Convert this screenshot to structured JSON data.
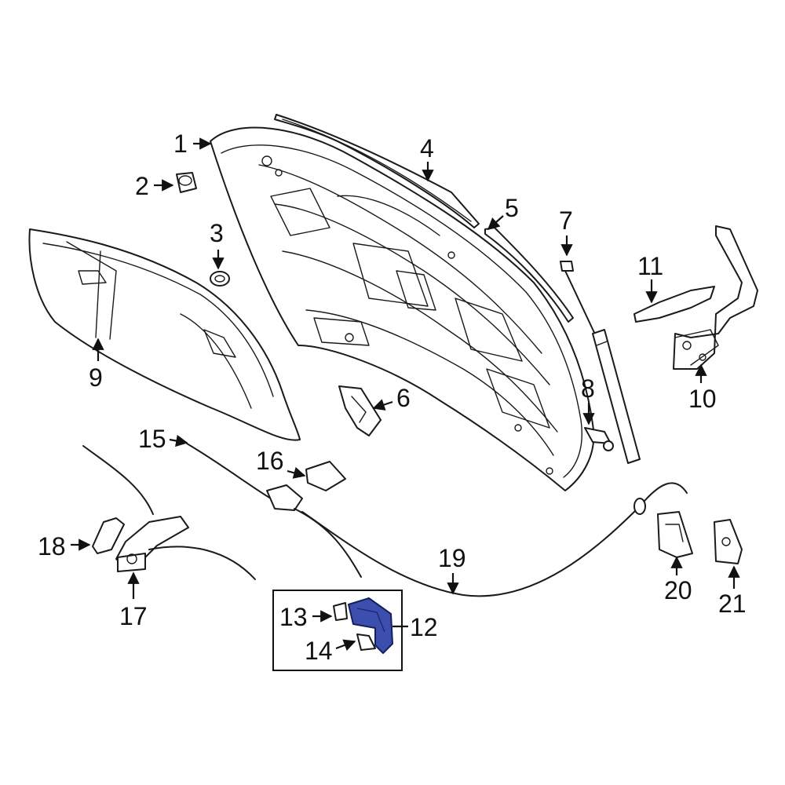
{
  "diagram": {
    "callouts": [
      "1",
      "2",
      "3",
      "4",
      "5",
      "6",
      "7",
      "8",
      "9",
      "10",
      "11",
      "12",
      "13",
      "14",
      "15",
      "16",
      "17",
      "18",
      "19",
      "20",
      "21"
    ],
    "colors": {
      "line": "#1a1a1a",
      "highlight": "#3d4fae",
      "background": "#ffffff"
    },
    "highlighted_part": "12"
  }
}
